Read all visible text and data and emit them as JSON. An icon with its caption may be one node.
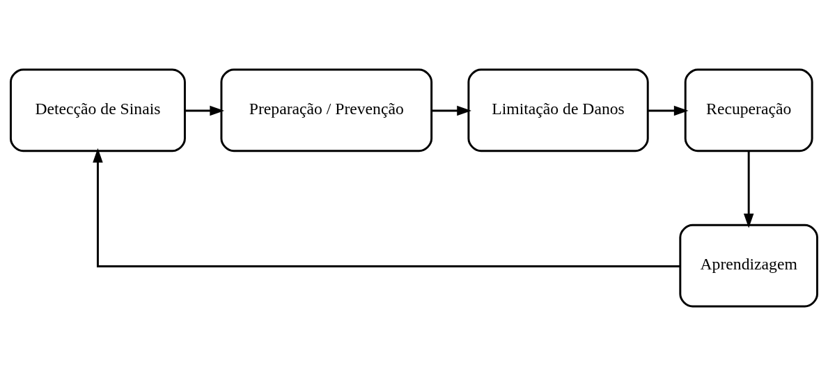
{
  "diagram": {
    "nodes": [
      {
        "text": [
          "Detecção de Sinais"
        ]
      },
      {
        "text": [
          "Preparação / Prevenção"
        ]
      },
      {
        "text": [
          "Limitação de Danos"
        ]
      },
      {
        "text": [
          "Recuperação"
        ]
      },
      {
        "text": [
          "Aprendizagem"
        ]
      }
    ],
    "edges": [
      {
        "from": 0,
        "to": 1,
        "arrow": "to"
      },
      {
        "from": 1,
        "to": 2,
        "arrow": "to"
      },
      {
        "from": 2,
        "to": 3,
        "arrow": "to"
      },
      {
        "from": 3,
        "to": 4,
        "arrow": "to"
      },
      {
        "from": 4,
        "to": 0,
        "arrow": "to"
      }
    ]
  }
}
